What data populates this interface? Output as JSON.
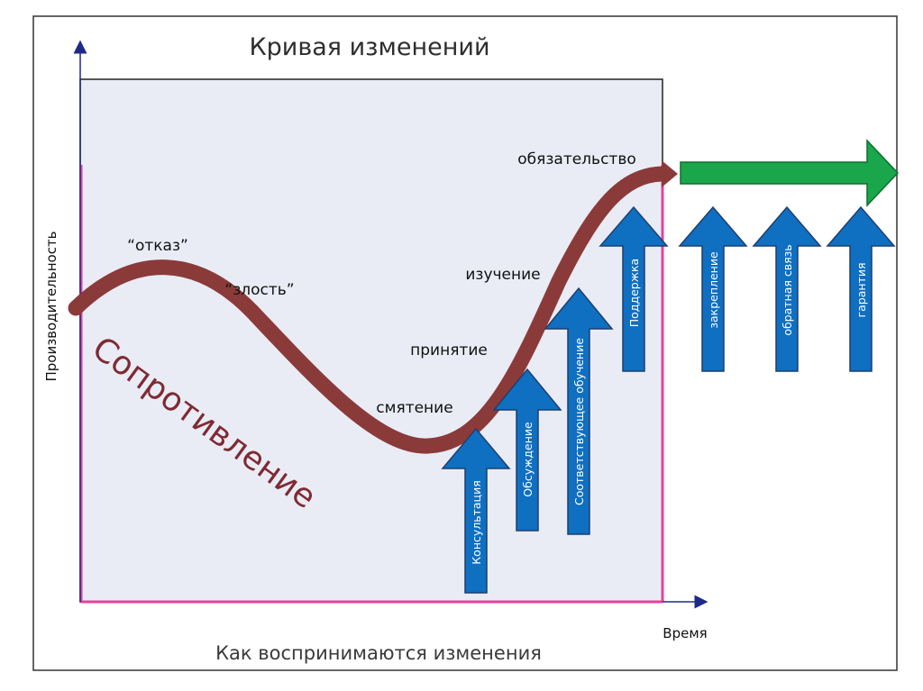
{
  "title": "Кривая изменений",
  "subtitle": "Как воспринимаются изменения",
  "axes": {
    "y_label": "Производительность",
    "x_label": "Время"
  },
  "curve_labels": {
    "denial": "“отказ”",
    "anger": "“злость”",
    "confusion": "смятение",
    "acceptance": "принятие",
    "learning": "изучение",
    "commitment": "обязательство"
  },
  "resistance": "Сопротивление",
  "support_arrows": [
    {
      "label": "Консультация"
    },
    {
      "label": "Обсуждение"
    },
    {
      "label": "Соответствующее обучение"
    },
    {
      "label": "Поддержка"
    },
    {
      "label": "закрепление"
    },
    {
      "label": "обратная связь"
    },
    {
      "label": "гарантия"
    }
  ],
  "colors": {
    "curve": "#8b3a3a",
    "resistance_text": "#7f2a33",
    "support_arrow": "#0f6fc0",
    "support_arrow_outline": "#1f3f6e",
    "forward_arrow": "#1aa64a",
    "panel": "#e9ecf5",
    "panel_border_pink": "#e8409a",
    "axis": "#1d2a8a"
  }
}
